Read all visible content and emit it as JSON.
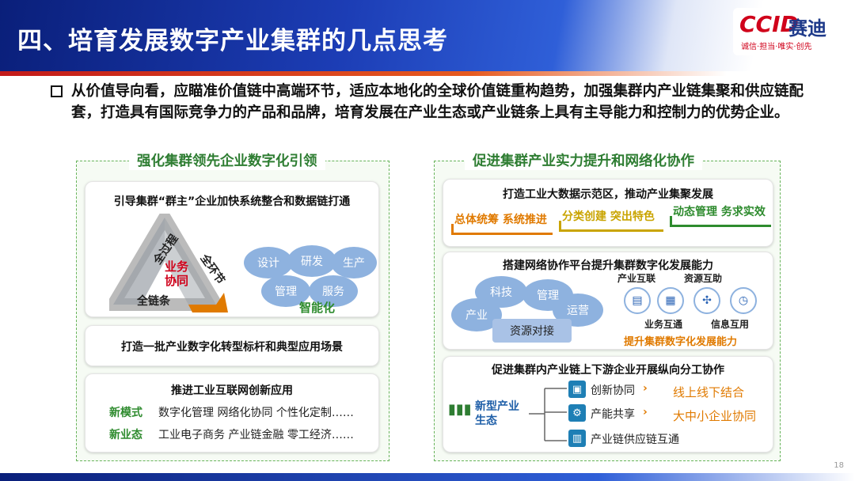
{
  "header": {
    "title": "四、培育发展数字产业集群的几点思考",
    "logo_mark": "CCID",
    "logo_cn": "赛迪",
    "logo_slogan": "诚信·担当·唯实·创先"
  },
  "intro": "从价值导向看，应瞄准价值链中高端环节，适应本地化的全球价值链重构趋势，加强集群内产业链集聚和供应链配套，打造具有国际竞争力的产品和品牌，培育发展在产业生态或产业链条上具有主导能力和控制力的优势企业。",
  "left": {
    "title": "强化集群领先企业数字化引领",
    "card1": {
      "title": "引导集群“群主”企业加快系统整合和数据链打通",
      "tri_top": "全过程",
      "tri_right": "全环节",
      "tri_bottom": "全链条",
      "center": "业务\n协同",
      "bubbles": [
        "设计",
        "研发",
        "生产",
        "管理",
        "服务"
      ],
      "smart": "智能化"
    },
    "card2": {
      "title": "打造一批产业数字化转型标杆和典型应用场景"
    },
    "card3": {
      "title": "推进工业互联网创新应用",
      "r1_label": "新模式",
      "r1_text": "数字化管理 网络化协同 个性化定制……",
      "r2_label": "新业态",
      "r2_text": "工业电子商务 产业链金融 零工经济……"
    }
  },
  "right": {
    "title": "促进集群产业实力提升和网络化协作",
    "card1": {
      "title": "打造工业大数据示范区，推动产业集聚发展",
      "t1": "总体统筹 系统推进",
      "t2": "分类创建 突出特色",
      "t3": "动态管理 务求实效"
    },
    "card2": {
      "title": "搭建网络协作平台提升集群数字化发展能力",
      "b_tech": "科技",
      "b_mgmt": "管理",
      "b_ind": "产业",
      "b_ops": "运营",
      "b_res": "资源对接",
      "l1": "产业互联",
      "l2": "资源互助",
      "l3": "业务互通",
      "l4": "信息互用",
      "cap": "提升集群数字化发展能力"
    },
    "card3": {
      "title": "促进集群内产业链上下游企业开展纵向分工协作",
      "eco": "新型产业\n生态",
      "i1": "创新协同",
      "i2": "产能共享",
      "i3": "产业链供应链互通",
      "o1": "线上线下结合",
      "o2": "大中小企业协同"
    }
  },
  "page_num": "18"
}
